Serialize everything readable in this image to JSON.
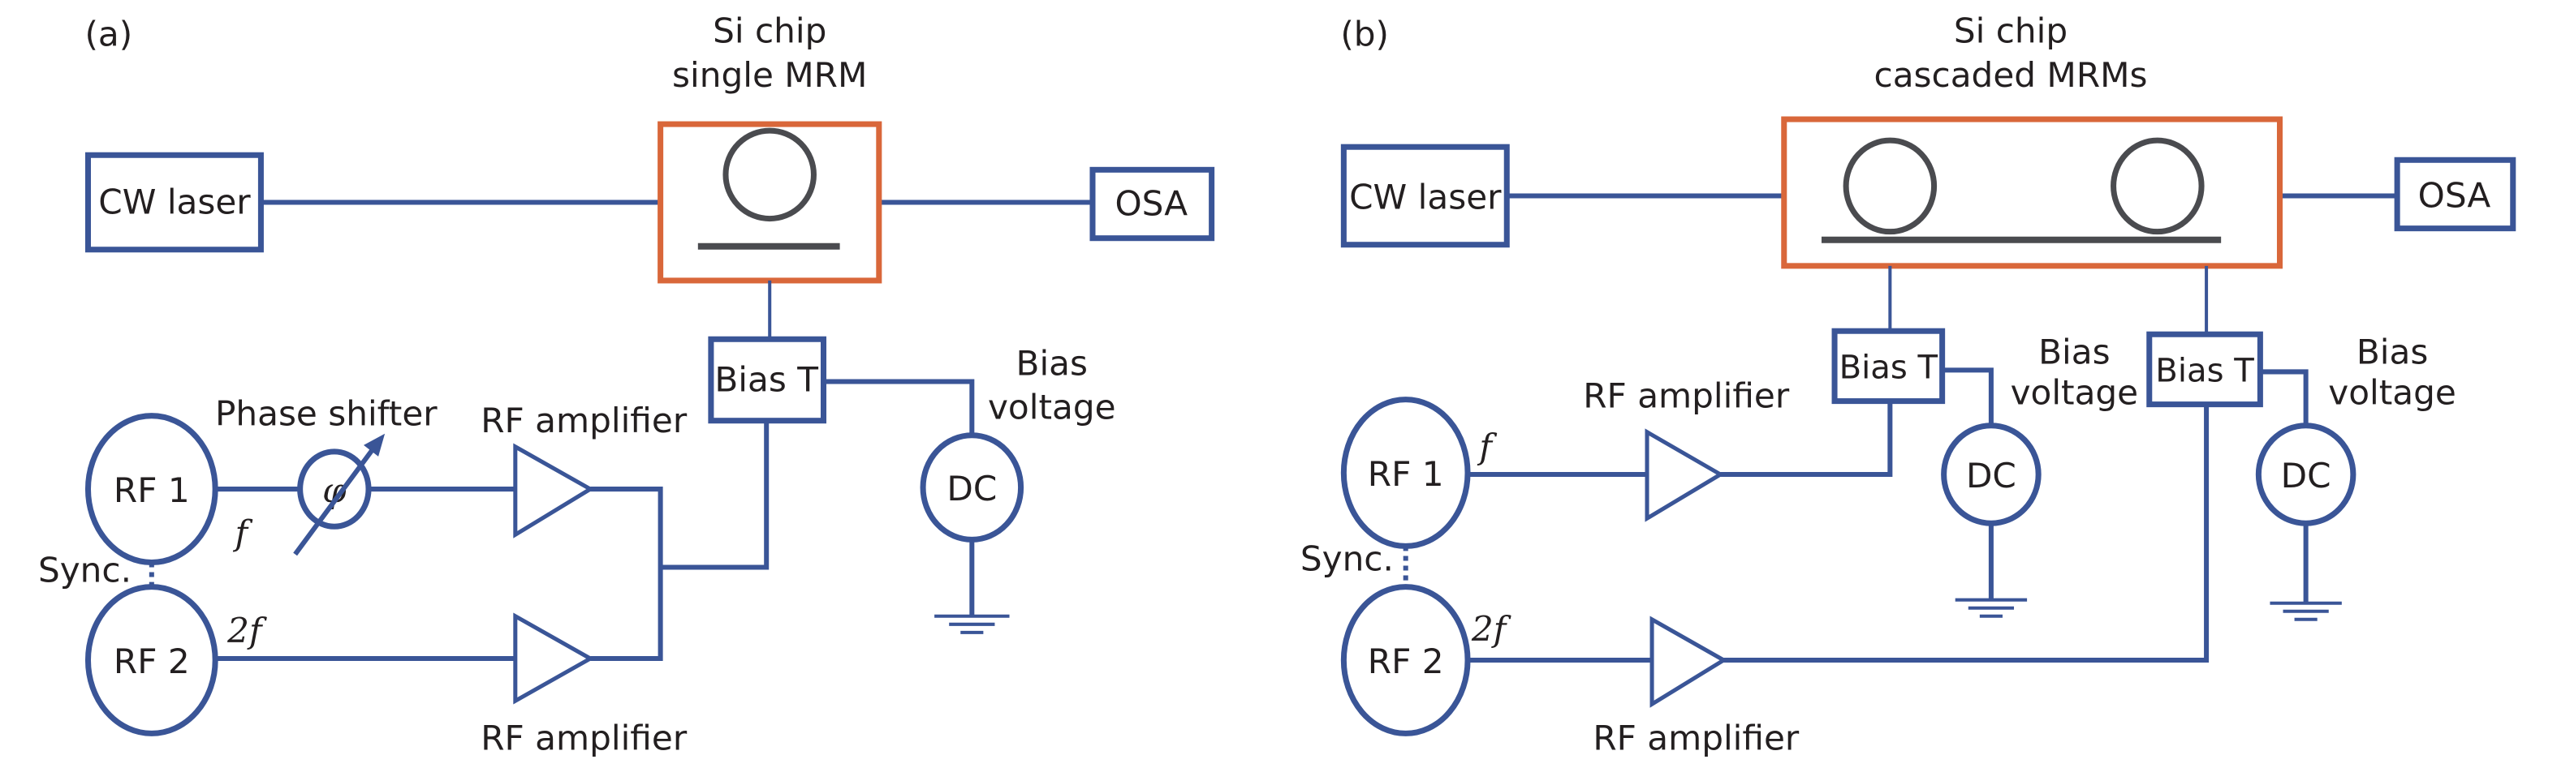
{
  "colors": {
    "signal_line": "#3A5597",
    "chip_border": "#D9673A",
    "ring": "#4A4B4F",
    "text": "#231F20"
  },
  "panel_a": {
    "label": "(a)",
    "chip_title_1": "Si chip",
    "chip_title_2": "single MRM",
    "laser": "CW laser",
    "osa": "OSA",
    "bias_t": "Bias T",
    "bias_voltage_1": "Bias",
    "bias_voltage_2": "voltage",
    "dc": "DC",
    "rf1": "RF 1",
    "rf2": "RF 2",
    "sync": "Sync.",
    "freq1": "f",
    "freq2": "2f",
    "phase_symbol": "φ",
    "phase_shifter": "Phase shifter",
    "amp_top": "RF amplifier",
    "amp_bottom": "RF amplifier"
  },
  "panel_b": {
    "label": "(b)",
    "chip_title_1": "Si chip",
    "chip_title_2": "cascaded MRMs",
    "laser": "CW laser",
    "osa": "OSA",
    "bias_t_1": "Bias T",
    "bias_t_2": "Bias T",
    "bias_voltage_1a": "Bias",
    "bias_voltage_1b": "voltage",
    "bias_voltage_2a": "Bias",
    "bias_voltage_2b": "voltage",
    "dc_1": "DC",
    "dc_2": "DC",
    "rf1": "RF 1",
    "rf2": "RF 2",
    "sync": "Sync.",
    "freq1": "f",
    "freq2": "2f",
    "amp_top": "RF amplifier",
    "amp_bottom": "RF amplifier"
  }
}
